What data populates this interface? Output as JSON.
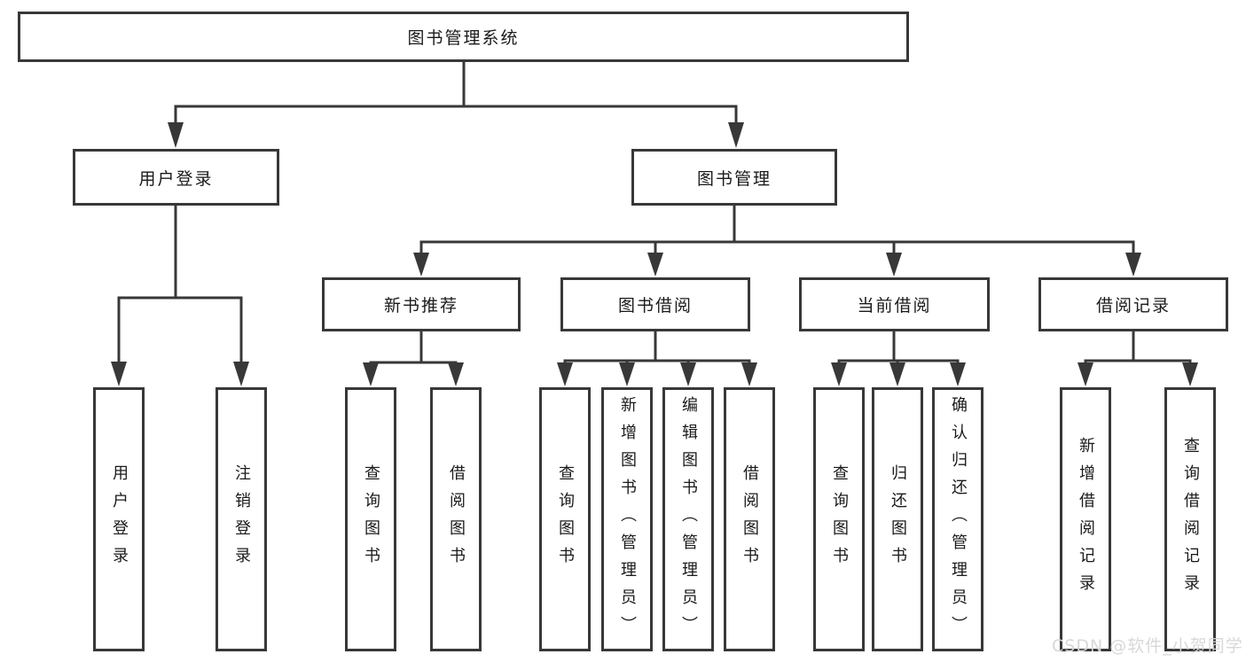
{
  "tree": {
    "label": "图书管理系统",
    "children": [
      {
        "label": "用户登录",
        "children": [
          {
            "label": "用户登录"
          },
          {
            "label": "注销登录"
          }
        ]
      },
      {
        "label": "图书管理",
        "children": [
          {
            "label": "新书推荐",
            "children": [
              {
                "label": "查询图书"
              },
              {
                "label": "借阅图书"
              }
            ]
          },
          {
            "label": "图书借阅",
            "children": [
              {
                "label": "查询图书"
              },
              {
                "label": "新增图书（管理员）"
              },
              {
                "label": "编辑图书（管理员）"
              },
              {
                "label": "借阅图书"
              }
            ]
          },
          {
            "label": "当前借阅",
            "children": [
              {
                "label": "查询图书"
              },
              {
                "label": "归还图书"
              },
              {
                "label": "确认归还（管理员）"
              }
            ]
          },
          {
            "label": "借阅记录",
            "children": [
              {
                "label": "新增借阅记录"
              },
              {
                "label": "查询借阅记录"
              }
            ]
          }
        ]
      }
    ]
  },
  "watermark": {
    "text": "CSDN @软件_小贺同学"
  },
  "colors": {
    "line": "#383838",
    "box_border": "#383838",
    "text": "#1a1a1a",
    "background": "#ffffff",
    "watermark": "#d6d6d6"
  }
}
